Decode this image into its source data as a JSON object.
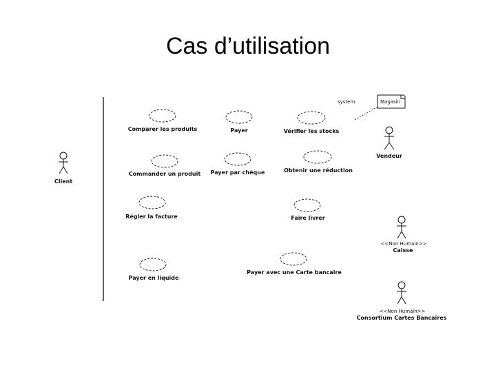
{
  "title": "Cas d’utilisation",
  "system": {
    "label": "system",
    "package_label": "Magasin"
  },
  "use_cases": [
    {
      "id": "comparer",
      "label": "Comparer les produits"
    },
    {
      "id": "payer",
      "label": "Payer"
    },
    {
      "id": "verifier",
      "label": "Vérifier les stocks"
    },
    {
      "id": "commander",
      "label": "Commander un produit"
    },
    {
      "id": "payer-cheque",
      "label": "Payer par chèque"
    },
    {
      "id": "reduction",
      "label": "Obtenir une réduction"
    },
    {
      "id": "regler",
      "label": "Régler la facture"
    },
    {
      "id": "livrer",
      "label": "Faire livrer"
    },
    {
      "id": "liquide",
      "label": "Payer en liquide"
    },
    {
      "id": "carte",
      "label": "Payer avec une Carte bancaire"
    }
  ],
  "actors": [
    {
      "id": "client",
      "label": "Client",
      "stereotype": ""
    },
    {
      "id": "vendeur",
      "label": "Vendeur",
      "stereotype": ""
    },
    {
      "id": "caisse",
      "label": "Caisse",
      "stereotype": "<<Non Humain>>"
    },
    {
      "id": "consortium",
      "label": "Consortium Cartes Bancaires",
      "stereotype": "<<Non Humain>>"
    }
  ]
}
